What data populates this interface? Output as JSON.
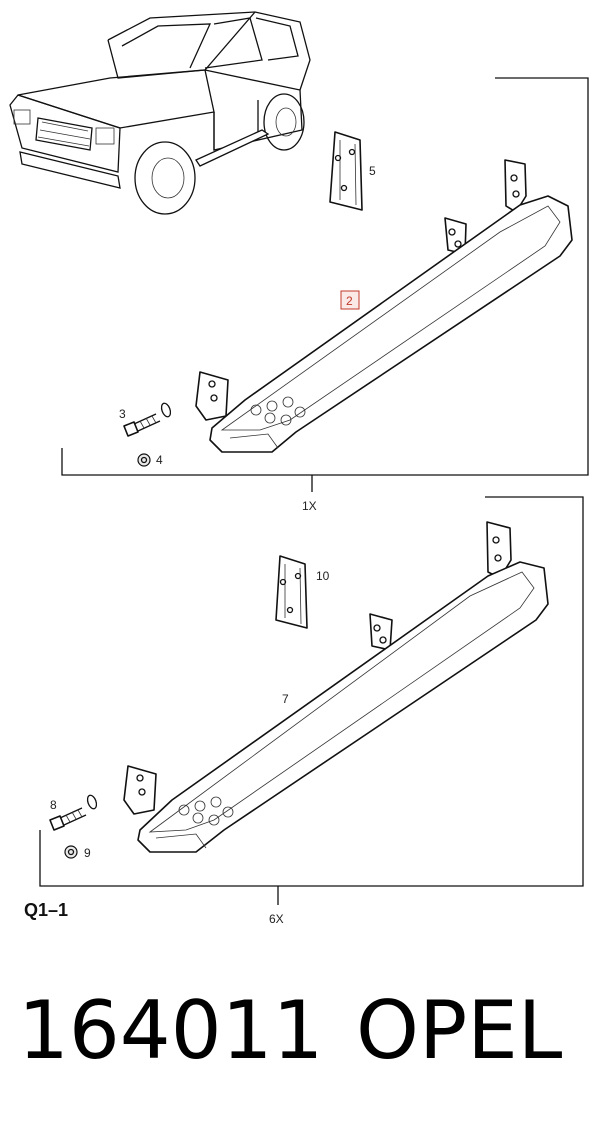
{
  "labels": {
    "item2": "2",
    "item3": "3",
    "item4": "4",
    "item5": "5",
    "item7": "7",
    "item8": "8",
    "item9": "9",
    "item10": "10",
    "qty_top": "1X",
    "qty_bottom": "6X",
    "section": "Q1–1"
  },
  "footer": {
    "part_number": "164011",
    "brand": "OPEL"
  },
  "colors": {
    "line": "#111111",
    "highlight": "#c0392b"
  }
}
